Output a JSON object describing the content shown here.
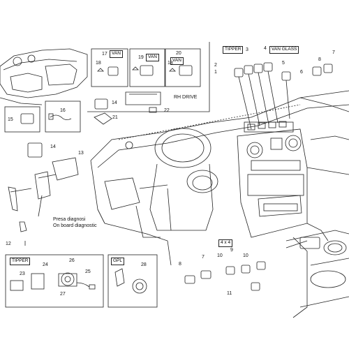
{
  "labels": {
    "rh_drive": "RH DRIVE",
    "van_a": "VAN",
    "van_b": "VAN",
    "van_c": "VAN",
    "tipper_top": "TIPPER",
    "van_glass": "VAN GLASS",
    "tipper_bottom": "TIPPER",
    "gpl": "GPL",
    "four_by_four": "4 x 4",
    "diag_line1": "Presa diagnosi",
    "diag_line2": "On board diagnostic"
  },
  "callouts": {
    "n1": "1",
    "n2": "2",
    "n3": "3",
    "n4": "4",
    "n5": "5",
    "n6": "6",
    "n7a": "7",
    "n8a": "8",
    "n9": "9",
    "n10a": "10",
    "n10b": "10",
    "n11": "11",
    "n12": "12",
    "n13": "13",
    "n14a": "14",
    "n14b": "14",
    "n15": "15",
    "n16": "16",
    "n17": "17",
    "n18a": "18",
    "n18b": "18",
    "n19": "19",
    "n20": "20",
    "n21": "21",
    "n22": "22",
    "n23": "23",
    "n24": "24",
    "n25": "25",
    "n26": "26",
    "n27": "27",
    "n28": "28",
    "n7b": "7",
    "n8b": "8"
  }
}
